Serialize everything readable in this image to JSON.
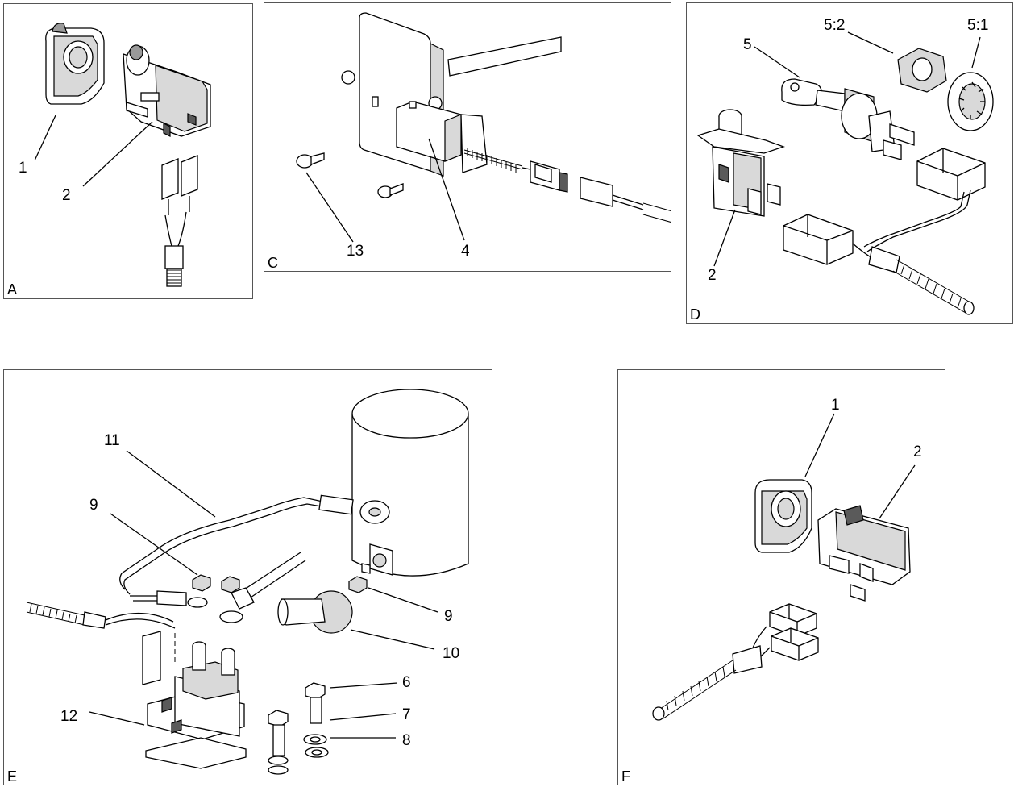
{
  "panels": {
    "A": {
      "letter": "A",
      "callouts": [
        "1",
        "2"
      ]
    },
    "C": {
      "letter": "C",
      "callouts": [
        "13",
        "4"
      ]
    },
    "D": {
      "letter": "D",
      "callouts": [
        "5",
        "5:2",
        "5:1",
        "2"
      ]
    },
    "E": {
      "letter": "E",
      "callouts": [
        "11",
        "9",
        "9",
        "10",
        "6",
        "7",
        "8",
        "12"
      ]
    },
    "F": {
      "letter": "F",
      "callouts": [
        "1",
        "2"
      ]
    }
  }
}
